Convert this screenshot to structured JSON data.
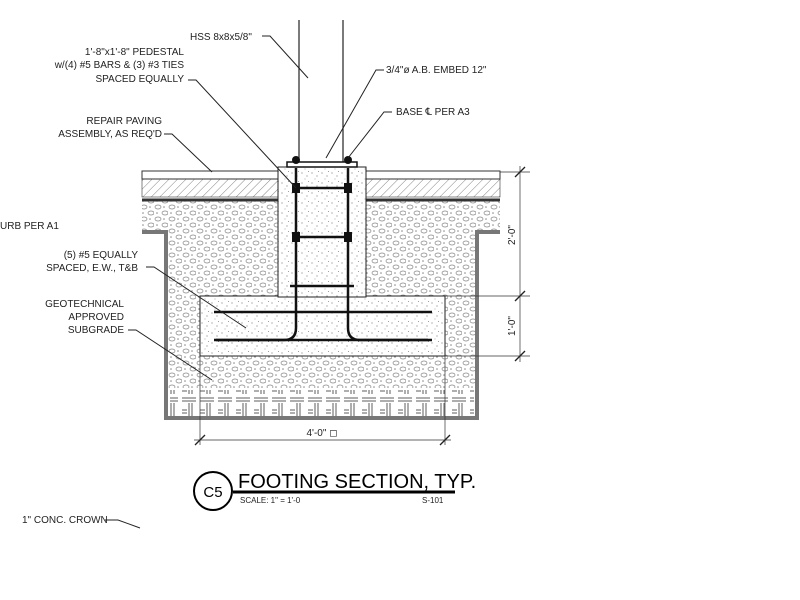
{
  "callouts": {
    "hss": "HSS 8x8x5/8\"",
    "pedestal_1": "1'-8\"x1'-8\" PEDESTAL",
    "pedestal_2": "w/(4) #5 BARS & (3) #3 TIES",
    "pedestal_3": "SPACED EQUALLY",
    "anchor_bolt": "3/4\"ø A.B. EMBED 12\"",
    "base_plate": "BASE ℄ PER A3",
    "paving_1": "REPAIR PAVING",
    "paving_2": "ASSEMBLY, AS REQ'D",
    "curb": "URB PER A1",
    "bars_1": "(5) #5 EQUALLY",
    "bars_2": "SPACED, E.W., T&B",
    "subgrade_1": "GEOTECHNICAL",
    "subgrade_2": "APPROVED",
    "subgrade_3": "SUBGRADE",
    "crown": "1\" CONC. CROWN"
  },
  "dimensions": {
    "pedestal_height": "2'-0\"",
    "footing_depth": "1'-0\"",
    "footing_width": "4'-0\" ◻"
  },
  "title_block": {
    "tag": "C5",
    "title": "FOOTING SECTION, TYP.",
    "scale": "SCALE:  1\" = 1'-0",
    "sheet": "S-101"
  },
  "colors": {
    "line": "#222222",
    "gravel": "#bbbbbb",
    "background": "#ffffff"
  }
}
